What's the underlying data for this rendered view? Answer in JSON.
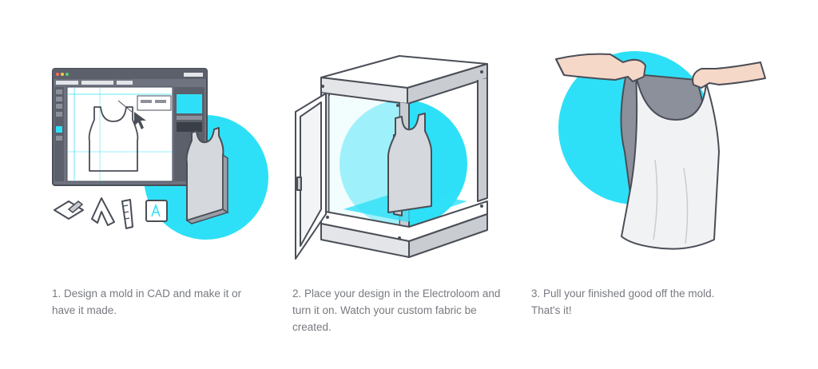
{
  "colors": {
    "accent_circle": "#2ee0f7",
    "outline": "#4a4e57",
    "window_frame": "#707480",
    "panel_gray": "#c9ccd1",
    "canvas": "#ffffff",
    "text": "#777a80"
  },
  "steps": [
    {
      "text": "1. Design a mold in CAD and make it or have it made.",
      "illustration": "cad-software-with-tank-top-mold",
      "tool_icons": [
        "pen-icon",
        "ruler-icon",
        "saw-icon",
        "text-tool-icon"
      ]
    },
    {
      "text": "2. Place your design in the Electroloom and turn it on. Watch your custom fabric be created.",
      "illustration": "electroloom-machine-open-door"
    },
    {
      "text": "3. Pull your finished good off the mold. That's it!",
      "illustration": "hands-holding-tank-top"
    }
  ]
}
